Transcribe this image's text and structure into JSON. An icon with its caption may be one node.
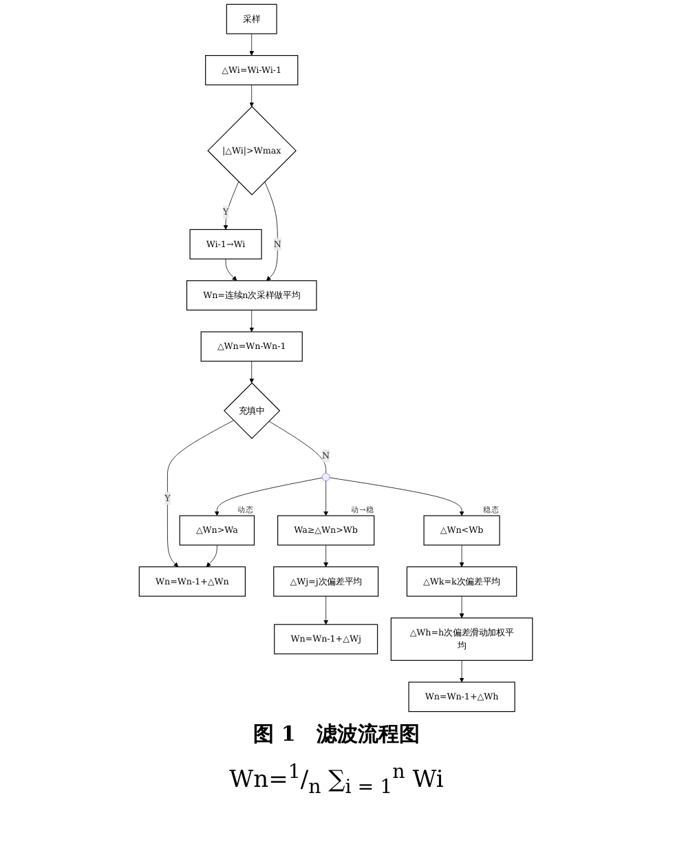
{
  "diagram": {
    "caption": "图 1　滤波流程图",
    "nodes": [
      {
        "text": [
          "采样"
        ]
      },
      {
        "text": [
          "△Wi=Wi-Wi-1"
        ]
      },
      {
        "text": [
          "|△Wi|>Wmax"
        ]
      },
      {
        "text": [
          "Wi-1→Wi"
        ]
      },
      {
        "text": [
          "Wn=连续n次采样做平均"
        ]
      },
      {
        "text": [
          "△Wn=Wn-Wn-1"
        ]
      },
      {
        "text": [
          "充填中"
        ]
      },
      {
        "text": [],
        "shape": "circle"
      },
      {
        "text": [
          "△Wn>Wa"
        ],
        "beside": [
          "动态"
        ]
      },
      {
        "text": [
          "Wa≥△Wn>Wb"
        ],
        "beside": [
          "动→稳"
        ]
      },
      {
        "text": [
          "△Wn<Wb"
        ],
        "beside": [
          "稳态"
        ]
      },
      {
        "text": [
          "△Wj=j次偏差平均"
        ]
      },
      {
        "text": [
          "△Wk=k次偏差平均"
        ]
      },
      {
        "text": [
          "△Wh=h次偏差滑动加权平均"
        ]
      },
      {
        "text": [
          "Wn=Wn-1+△Wn"
        ]
      },
      {
        "text": [
          "Wn=Wn-1+△Wj"
        ]
      },
      {
        "text": [
          "Wn=Wn-1+△Wh"
        ]
      }
    ],
    "edges": [
      {
        "from": 0,
        "to": 1,
        "arrow": "to"
      },
      {
        "from": 1,
        "to": 2,
        "arrow": "to"
      },
      {
        "from": 2,
        "to": 3,
        "arrow": "to",
        "label": "Y"
      },
      {
        "from": 3,
        "to": 4,
        "arrow": "to"
      },
      {
        "from": 2,
        "to": 4,
        "arrow": "to",
        "label": "N"
      },
      {
        "from": 4,
        "to": 5,
        "arrow": "to"
      },
      {
        "from": 5,
        "to": 6,
        "arrow": "to"
      },
      {
        "from": 6,
        "to": 14,
        "arrow": "to",
        "label": "Y"
      },
      {
        "from": 6,
        "to": 7,
        "arrow": "none",
        "label": "N"
      },
      {
        "from": 7,
        "to": 8,
        "arrow": "to"
      },
      {
        "from": 7,
        "to": 9,
        "arrow": "to"
      },
      {
        "from": 7,
        "to": 10,
        "arrow": "to"
      },
      {
        "from": 8,
        "to": 14,
        "arrow": "to"
      },
      {
        "from": 9,
        "to": 11,
        "arrow": "to"
      },
      {
        "from": 11,
        "to": 15,
        "arrow": "to"
      },
      {
        "from": 10,
        "to": 12,
        "arrow": "to"
      },
      {
        "from": 12,
        "to": 13,
        "arrow": "to"
      },
      {
        "from": 13,
        "to": 16,
        "arrow": "to"
      }
    ],
    "labels": [
      "Wn=$^{1}$/$_{n}$ ∑$_{i = 1}$$^{n}$ Wi"
    ]
  }
}
